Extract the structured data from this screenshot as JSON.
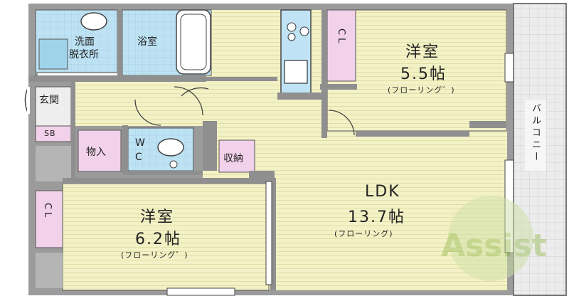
{
  "rooms": {
    "washroom": {
      "line1": "洗面",
      "line2": "脱衣所"
    },
    "bath": "浴室",
    "entrance": "玄関",
    "shoebox": "SB",
    "storage": "物入",
    "wc_w": "W",
    "wc_c": "C",
    "closet_storage": "収納",
    "cl_top": "CL",
    "cl_left": "CL",
    "western_room_1": {
      "name": "洋室",
      "size": "5.5帖",
      "floor": "(フローリング゛)"
    },
    "western_room_2": {
      "name": "洋室",
      "size": "6.2帖",
      "floor": "(フローリング゛)"
    },
    "ldk": {
      "name": "LDK",
      "size": "13.7帖",
      "floor": "(フローリング)"
    },
    "balcony": "バルコニー"
  },
  "watermark": "Assist",
  "colors": {
    "floor": "#f2f0c4",
    "wet": "#bfe3f4",
    "closet": "#f2d1ea",
    "wall": "#9a9a9a",
    "outline": "#555555",
    "balcony": "#e8e8e8"
  }
}
